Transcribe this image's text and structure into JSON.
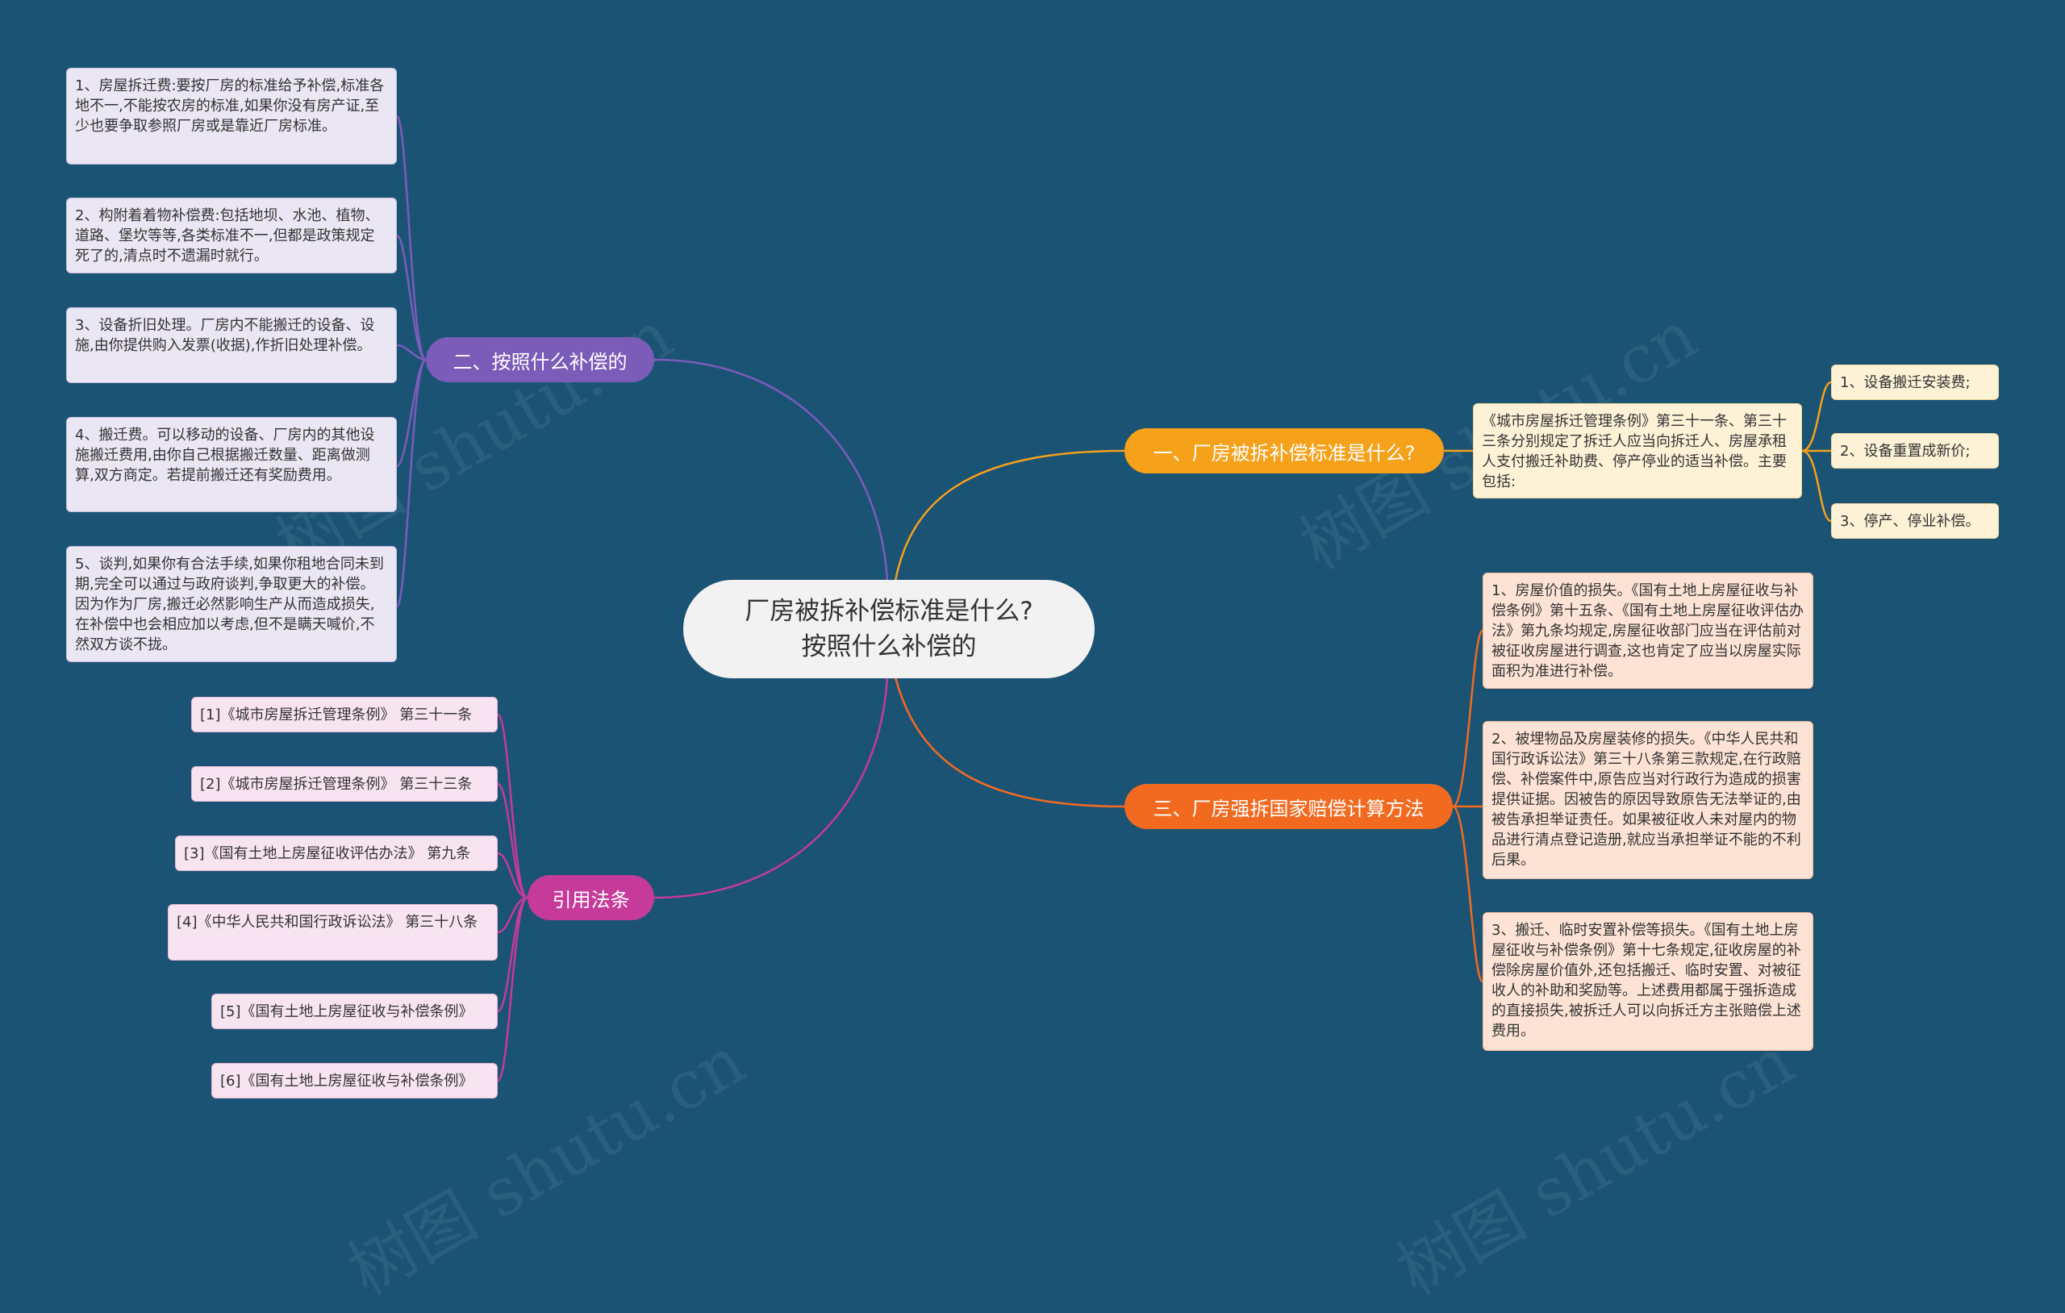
{
  "center": {
    "line1": "厂房被拆补偿标准是什么?",
    "line2": "按照什么补偿的"
  },
  "branches": {
    "b1": "一、厂房被拆补偿标准是什么?",
    "b2": "二、按照什么补偿的",
    "b3": "三、厂房强拆国家赔偿计算方法",
    "b4": "引用法条"
  },
  "b1_detail": "《城市房屋拆迁管理条例》第三十一条、第三十三条分别规定了拆迁人应当向拆迁人、房屋承租人支付搬迁补助费、停产停业的适当补偿。主要包括:",
  "b1_items": [
    "1、设备搬迁安装费;",
    "2、设备重置成新价;",
    "3、停产、停业补偿。"
  ],
  "b2_items": [
    "1、房屋拆迁费:要按厂房的标准给予补偿,标准各地不一,不能按农房的标准,如果你没有房产证,至少也要争取参照厂房或是靠近厂房标准。",
    "2、构附着着物补偿费:包括地坝、水池、植物、道路、堡坎等等,各类标准不一,但都是政策规定死了的,清点时不遗漏时就行。",
    "3、设备折旧处理。厂房内不能搬迁的设备、设施,由你提供购入发票(收据),作折旧处理补偿。",
    "4、搬迁费。可以移动的设备、厂房内的其他设施搬迁费用,由你自己根据搬迁数量、距离做测算,双方商定。若提前搬迁还有奖励费用。",
    "5、谈判,如果你有合法手续,如果你租地合同未到期,完全可以通过与政府谈判,争取更大的补偿。因为作为厂房,搬迁必然影响生产从而造成损失,在补偿中也会相应加以考虑,但不是瞒天喊价,不然双方谈不拢。"
  ],
  "b3_items": [
    "1、房屋价值的损失。《国有土地上房屋征收与补偿条例》第十五条、《国有土地上房屋征收评估办法》第九条均规定,房屋征收部门应当在评估前对被征收房屋进行调查,这也肯定了应当以房屋实际面积为准进行补偿。",
    "2、被埋物品及房屋装修的损失。《中华人民共和国行政诉讼法》第三十八条第三款规定,在行政赔偿、补偿案件中,原告应当对行政行为造成的损害提供证据。因被告的原因导致原告无法举证的,由被告承担举证责任。如果被征收人未对屋内的物品进行清点登记造册,就应当承担举证不能的不利后果。",
    "3、搬迁、临时安置补偿等损失。《国有土地上房屋征收与补偿条例》第十七条规定,征收房屋的补偿除房屋价值外,还包括搬迁、临时安置、对被征收人的补助和奖励等。上述费用都属于强拆造成的直接损失,被拆迁人可以向拆迁方主张赔偿上述费用。"
  ],
  "b4_items": [
    "[1]《城市房屋拆迁管理条例》 第三十一条",
    "[2]《城市房屋拆迁管理条例》 第三十三条",
    "[3]《国有土地上房屋征收评估办法》 第九条",
    "[4]《中华人民共和国行政诉讼法》 第三十八条",
    "[5]《国有土地上房屋征收与补偿条例》",
    "[6]《国有土地上房屋征收与补偿条例》"
  ],
  "watermark": "树图 shutu.cn",
  "colors": {
    "background": "#1b5375",
    "branch1": "#f5a11a",
    "branch2": "#7b5cb8",
    "branch3": "#f26a1f",
    "branch4": "#c63a9a"
  }
}
